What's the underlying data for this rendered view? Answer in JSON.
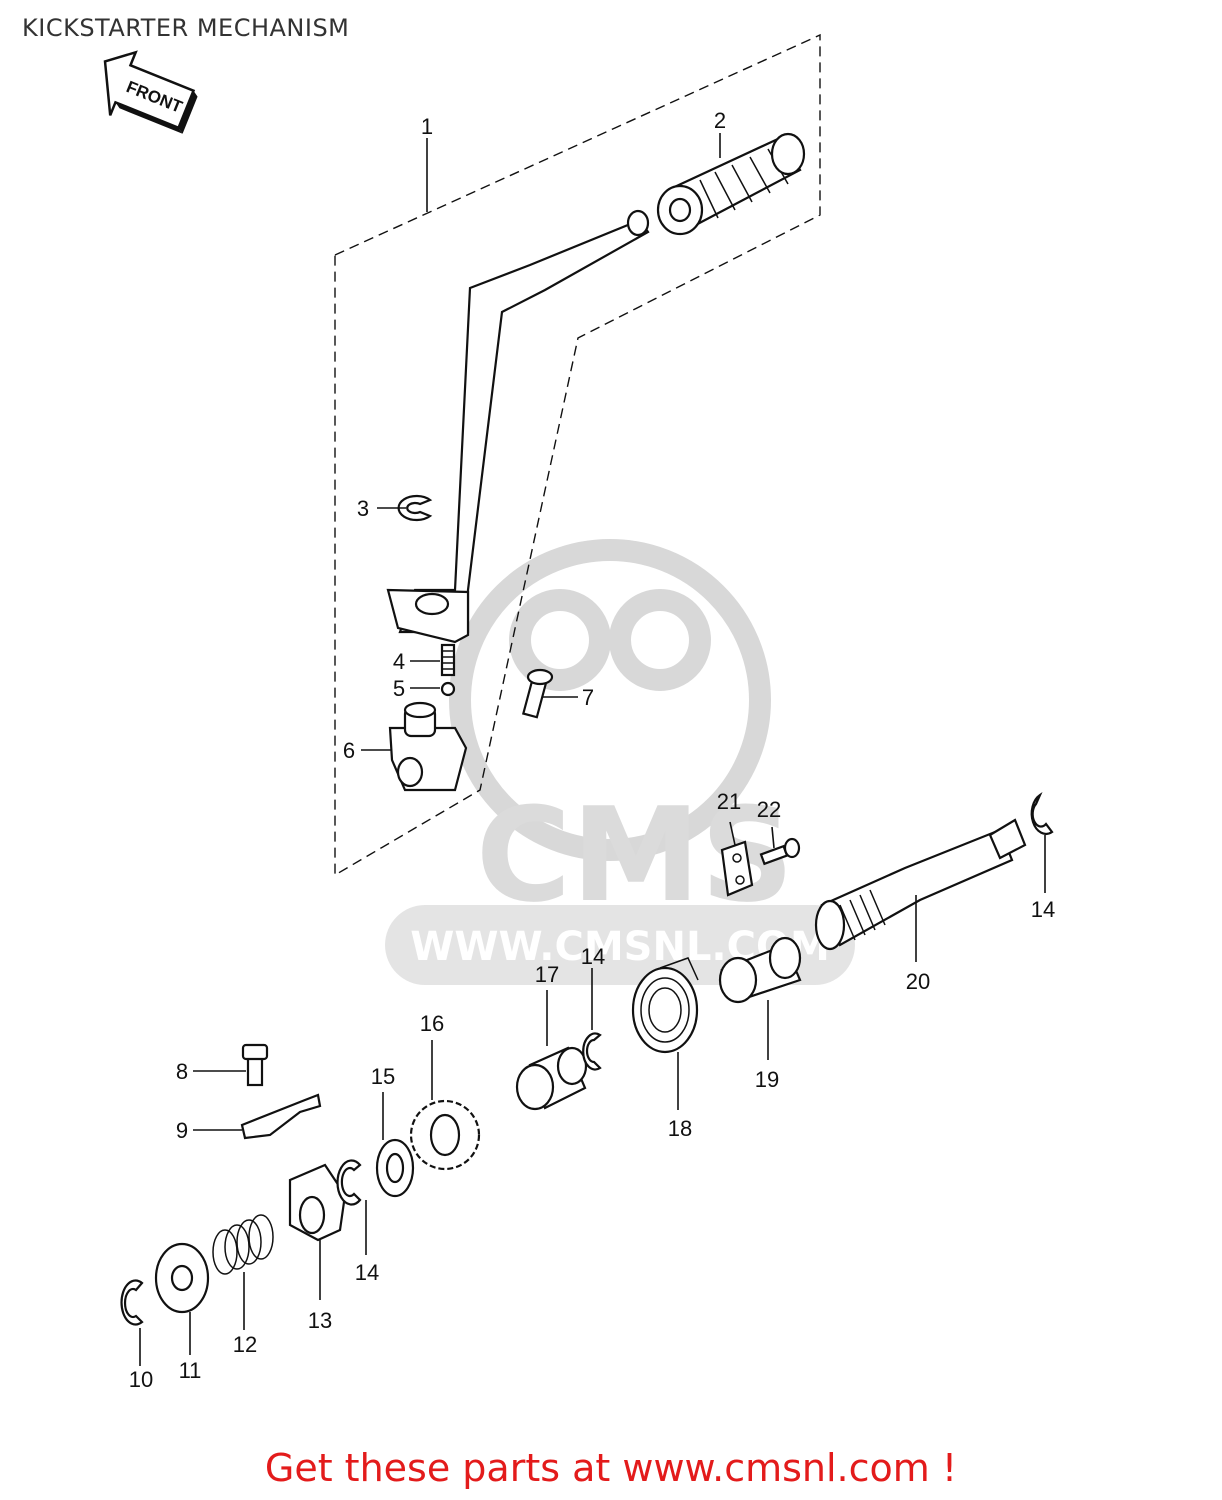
{
  "title": "KICKSTARTER MECHANISM",
  "front_arrow_label": "FRONT",
  "watermark": {
    "logo": "CMS",
    "url": "WWW.CMSNL.COM"
  },
  "footer": "Get these parts at www.cmsnl.com !",
  "parts": [
    {
      "id": "1",
      "label": "1"
    },
    {
      "id": "2",
      "label": "2"
    },
    {
      "id": "3",
      "label": "3"
    },
    {
      "id": "4",
      "label": "4"
    },
    {
      "id": "5",
      "label": "5"
    },
    {
      "id": "6",
      "label": "6"
    },
    {
      "id": "7",
      "label": "7"
    },
    {
      "id": "8",
      "label": "8"
    },
    {
      "id": "9",
      "label": "9"
    },
    {
      "id": "10",
      "label": "10"
    },
    {
      "id": "11",
      "label": "11"
    },
    {
      "id": "12",
      "label": "12"
    },
    {
      "id": "13",
      "label": "13"
    },
    {
      "id": "14a",
      "label": "14"
    },
    {
      "id": "14b",
      "label": "14"
    },
    {
      "id": "14c",
      "label": "14"
    },
    {
      "id": "15",
      "label": "15"
    },
    {
      "id": "16",
      "label": "16"
    },
    {
      "id": "17",
      "label": "17"
    },
    {
      "id": "18",
      "label": "18"
    },
    {
      "id": "19",
      "label": "19"
    },
    {
      "id": "20",
      "label": "20"
    },
    {
      "id": "21",
      "label": "21"
    },
    {
      "id": "22",
      "label": "22"
    }
  ]
}
